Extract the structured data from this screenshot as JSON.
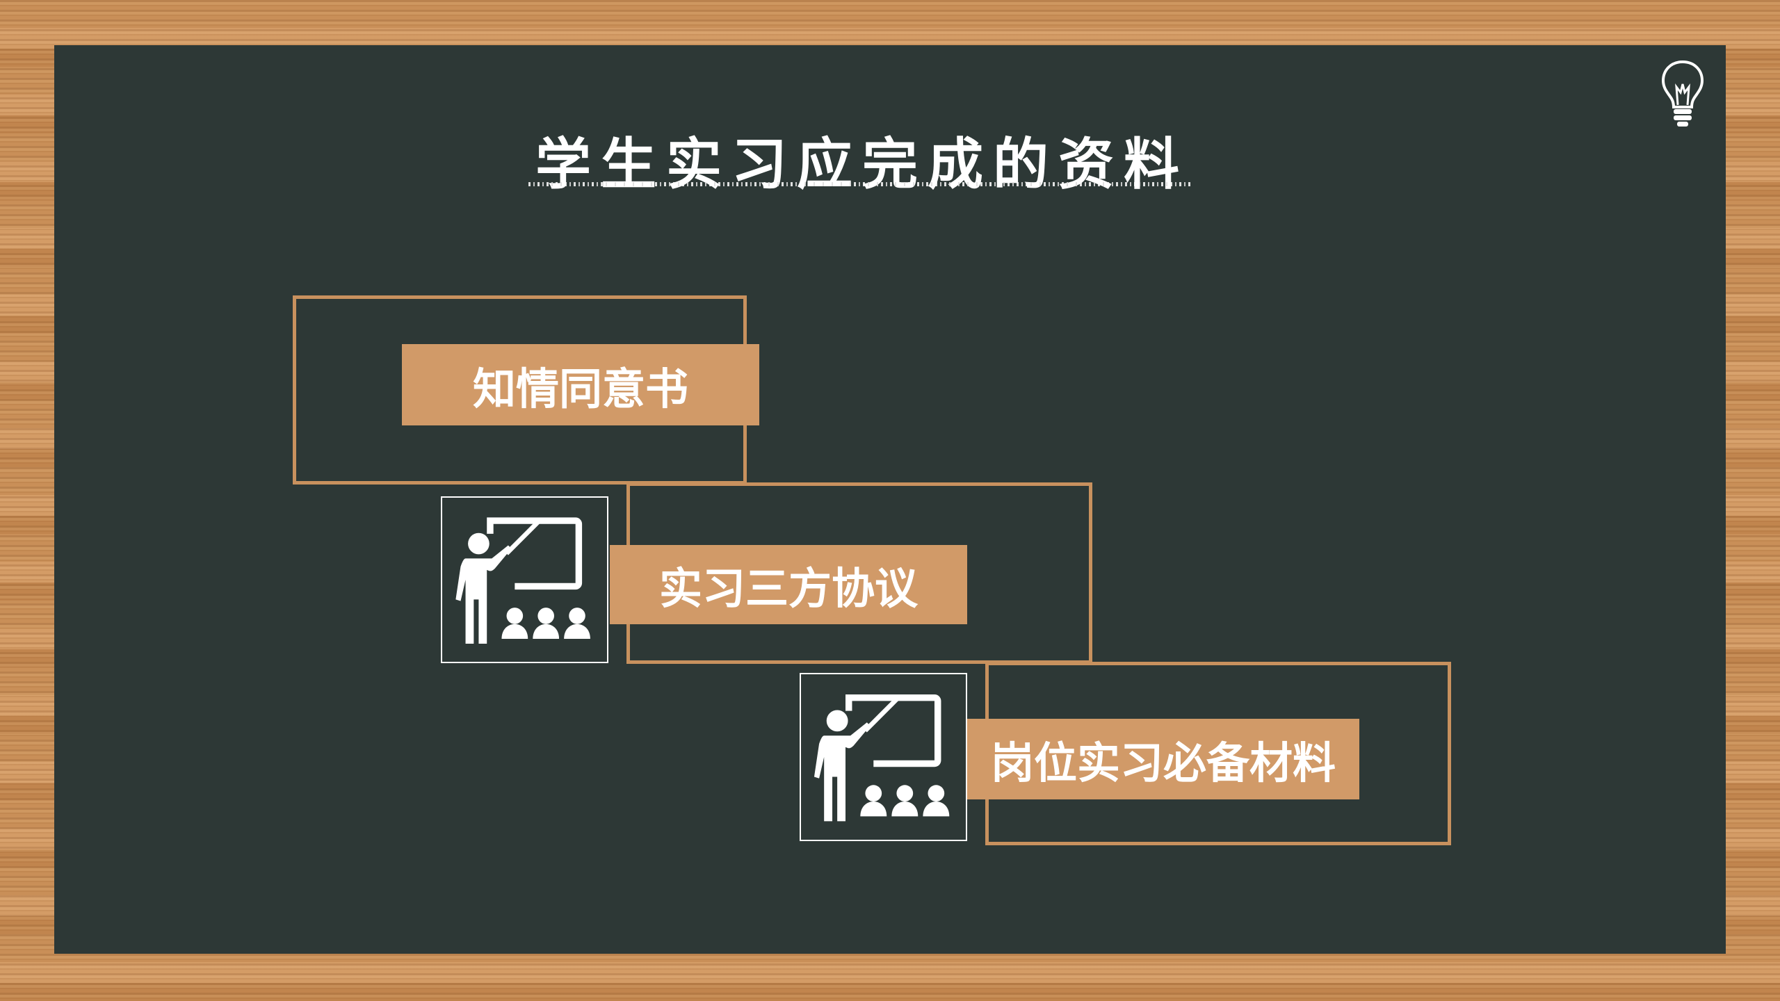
{
  "title": "学生实习应完成的资料",
  "items": [
    {
      "label": "知情同意书",
      "icon": "teacher-icon"
    },
    {
      "label": "实习三方协议",
      "icon": "teacher-icon"
    },
    {
      "label": "岗位实习必备材料",
      "icon": "teacher-icon"
    }
  ],
  "colors": {
    "board": "#2d3836",
    "accent": "#d19a68",
    "outline": "#c8915e"
  }
}
